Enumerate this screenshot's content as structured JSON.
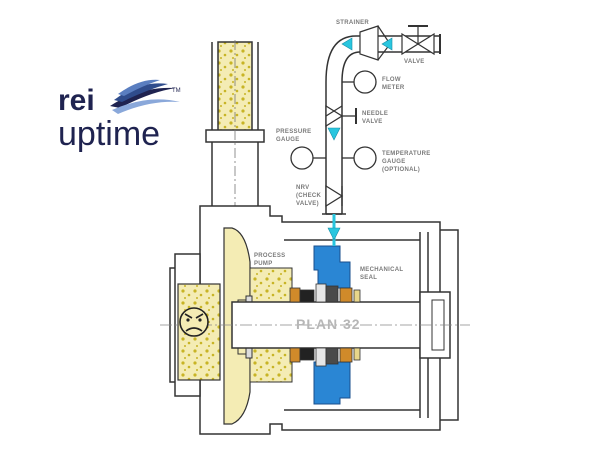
{
  "logo": {
    "word1": "rei",
    "word2": "uptime",
    "trademark": "TM",
    "brand_color": "#1f2350"
  },
  "diagram": {
    "plan_title": "PLAN 32",
    "labels": {
      "strainer": [
        "STRAINER"
      ],
      "valve": [
        "VALVE"
      ],
      "flow_meter": [
        "FLOW",
        "METER"
      ],
      "needle_valve": [
        "NEEDLE",
        "VALVE"
      ],
      "pressure_gauge": [
        "PRESSURE",
        "GAUGE"
      ],
      "temperature_gauge": [
        "TEMPERATURE",
        "GAUGE",
        "(OPTIONAL)"
      ],
      "nrv": [
        "NRV",
        "(CHECK",
        "VALVE)"
      ],
      "process_pump": [
        "PROCESS",
        "PUMP"
      ],
      "mechanical_seal": [
        "MECHANICAL",
        "SEAL"
      ]
    },
    "colors": {
      "flow_arrow": "#29c6df",
      "seal_blue": "#2a86d4",
      "process_fluid": "#f4ecb4",
      "particles": "#c8b425",
      "seal_parts": "#d08a2a",
      "line": "#333333"
    }
  }
}
